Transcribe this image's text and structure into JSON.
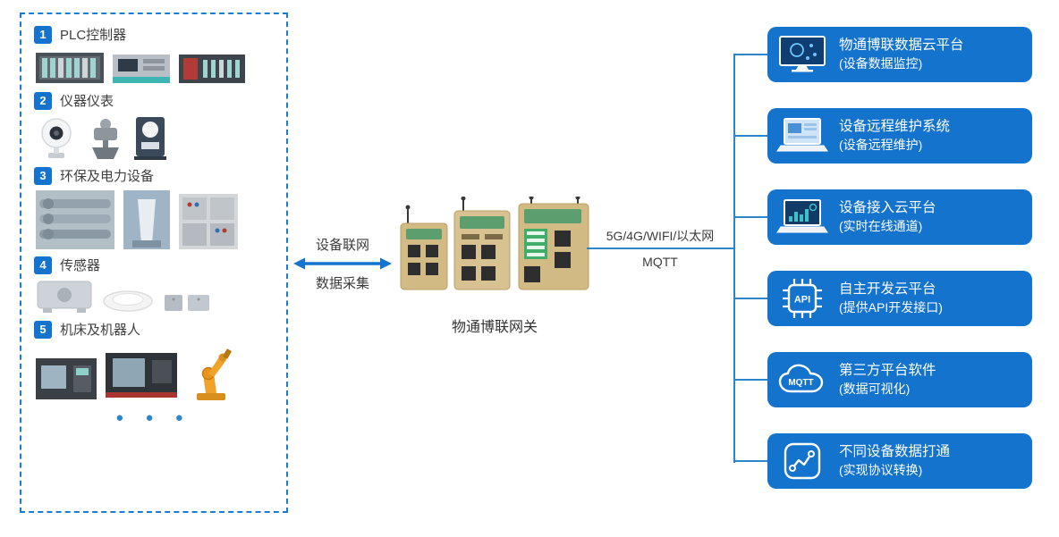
{
  "colors": {
    "accent": "#1473cd",
    "line": "#2e86ca",
    "dashed_border": "#1b7cd6"
  },
  "left_panel": {
    "categories": [
      {
        "num": "1",
        "label": "PLC控制器"
      },
      {
        "num": "2",
        "label": "仪器仪表"
      },
      {
        "num": "3",
        "label": "环保及电力设备"
      },
      {
        "num": "4",
        "label": "传感器"
      },
      {
        "num": "5",
        "label": "机床及机器人"
      }
    ],
    "ellipsis": "● ● ●"
  },
  "middle": {
    "arrow_label_top": "设备联网",
    "arrow_label_bottom": "数据采集",
    "gateway_label": "物通博联网关",
    "link_label_line1": "5G/4G/WIFI/以太网",
    "link_label_line2": "MQTT"
  },
  "right_panel": {
    "boxes": [
      {
        "title": "物通博联数据云平台",
        "subtitle": "(设备数据监控)",
        "icon": "monitor-dashboard"
      },
      {
        "title": "设备远程维护系统",
        "subtitle": "(设备远程维护)",
        "icon": "laptop-remote"
      },
      {
        "title": "设备接入云平台",
        "subtitle": "(实时在线通道)",
        "icon": "laptop-cloud"
      },
      {
        "title": "自主开发云平台",
        "subtitle": "(提供API开发接口)",
        "icon": "api-chip",
        "icon_text": "API"
      },
      {
        "title": "第三方平台软件",
        "subtitle": "(数据可视化)",
        "icon": "mqtt-cloud",
        "icon_text": "MQTT"
      },
      {
        "title": "不同设备数据打通",
        "subtitle": "(实现协议转换)",
        "icon": "line-chart"
      }
    ]
  }
}
